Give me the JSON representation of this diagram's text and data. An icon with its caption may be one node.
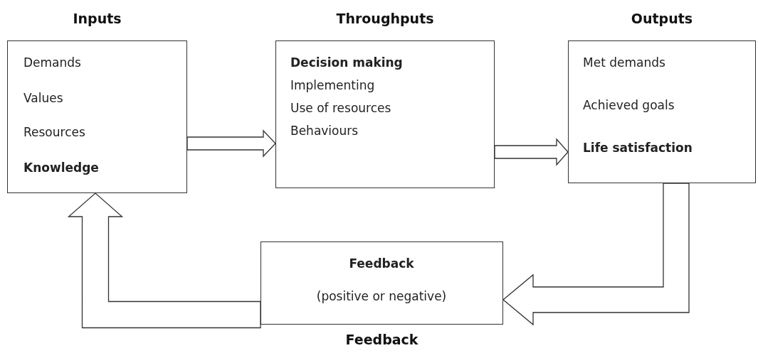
{
  "diagram": {
    "nodes": [
      {
        "text": [
          "Inputs",
          "Demands",
          "Values",
          "Resources",
          "Knowledge"
        ]
      },
      {
        "text": [
          "Throughputs",
          "Decision making",
          "Implementing",
          "Use of resources",
          "Behaviours"
        ]
      },
      {
        "text": [
          "Outputs",
          "Met demands",
          "Achieved goals",
          "Life satisfaction"
        ]
      },
      {
        "text": [
          "Feedback",
          "(positive or negative)"
        ],
        "beside": [
          "Feedback"
        ]
      }
    ],
    "edges": [
      {
        "from": 0,
        "to": 1,
        "arrow": "to"
      },
      {
        "from": 1,
        "to": 2,
        "arrow": "to"
      },
      {
        "from": 2,
        "to": 3,
        "arrow": "to"
      },
      {
        "from": 3,
        "to": 0,
        "arrow": "to"
      }
    ]
  }
}
